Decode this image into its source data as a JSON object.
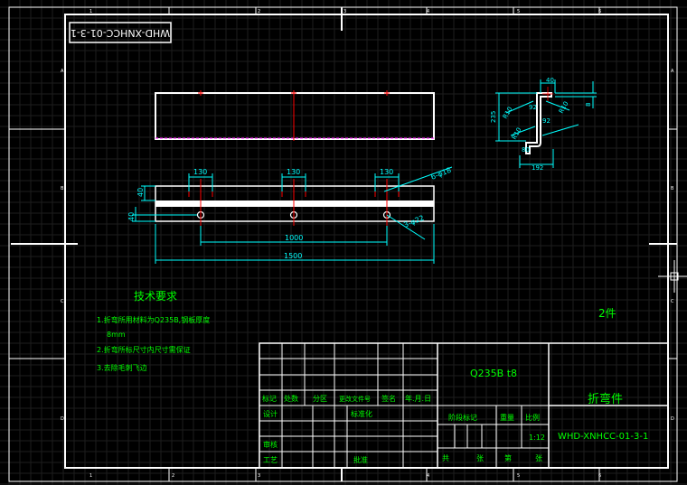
{
  "frame": {
    "zone_numbers_top": [
      "1",
      "2",
      "3",
      "4",
      "5",
      "6"
    ],
    "zone_numbers_bottom": [
      "1",
      "2",
      "3",
      "4",
      "5",
      "6"
    ],
    "zone_letters_left": [
      "A",
      "B",
      "C",
      "D"
    ],
    "zone_letters_right": [
      "A",
      "B",
      "C",
      "D"
    ]
  },
  "corner_stamp": "WHD-XNHCC-01-3-1",
  "dimensions": {
    "hole_spacing_1": "130",
    "hole_spacing_2": "130",
    "hole_spacing_3": "130",
    "height_40": "40",
    "offset_40": "40",
    "center_distance": "1000",
    "overall_length": "1500",
    "hole_6": "6-φ18",
    "hole_3": "3-φ22",
    "sec_40": "40",
    "sec_8": "8",
    "sec_235": "235",
    "sec_92a": "92",
    "sec_92b": "92",
    "sec_r10a": "R10",
    "sec_r10b": "R10",
    "sec_r10c": "R10",
    "sec_80": "80",
    "sec_192": "192"
  },
  "notes": {
    "title": "技术要求",
    "item1": "1.折弯所用材料为Q235B,钢板厚度",
    "item1b": "8mm",
    "item2": "2.折弯所标尺寸内尺寸需保证",
    "item3": "3.去除毛刺飞边"
  },
  "quantity": "2件",
  "title_block": {
    "material": "Q235B  t8",
    "part_name": "折弯件",
    "drawing_no": "WHD-XNHCC-01-3-1",
    "labels": {
      "biaoji": "标记",
      "chushu": "处数",
      "fenqu": "分区",
      "change_doc": "更改文件号",
      "sign": "签名",
      "date": "年.月.日",
      "design": "设计",
      "standard": "标准化",
      "stage": "阶段标记",
      "weight": "重量",
      "scale": "比例",
      "review": "审核",
      "process": "工艺",
      "approve": "批准",
      "total": "共",
      "sheets": "张",
      "page": "第",
      "sheet": "张"
    },
    "scale_value": "1:12"
  },
  "colors": {
    "frame": "#ffffff",
    "outline": "#ffffff",
    "dimension": "#00ffff",
    "center": "#ff0000",
    "text": "#00ff00",
    "hidden": "#ff00ff",
    "grid": "#1e1e1e"
  }
}
